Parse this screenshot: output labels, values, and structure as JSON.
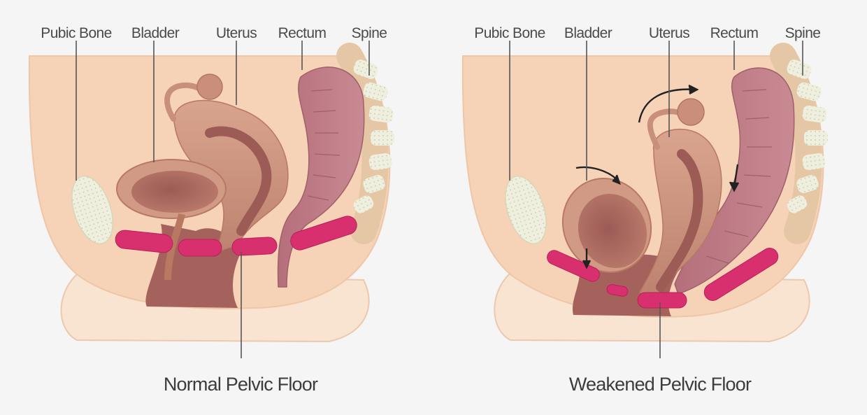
{
  "panels": [
    {
      "id": "normal",
      "caption": "Normal Pelvic Floor",
      "labels": {
        "pubic_bone": "Pubic Bone",
        "bladder": "Bladder",
        "uterus": "Uterus",
        "rectum": "Rectum",
        "spine": "Spine"
      }
    },
    {
      "id": "weakened",
      "caption": "Weakened Pelvic Floor",
      "labels": {
        "pubic_bone": "Pubic Bone",
        "bladder": "Bladder",
        "uterus": "Uterus",
        "rectum": "Rectum",
        "spine": "Spine"
      }
    }
  ],
  "colors": {
    "background": "#f5f5f5",
    "skin": "#f6d2b6",
    "skin_light": "#f9e3d1",
    "skin_edge": "#e8b99a",
    "organ": "#c98f7a",
    "organ_dark": "#9c5b55",
    "rectum": "#b5737d",
    "rectum_light": "#cc8e95",
    "muscle": "#d8306e",
    "bone": "#eeeedc",
    "leader_line": "#555555",
    "label_text": "#4a4a4a"
  }
}
